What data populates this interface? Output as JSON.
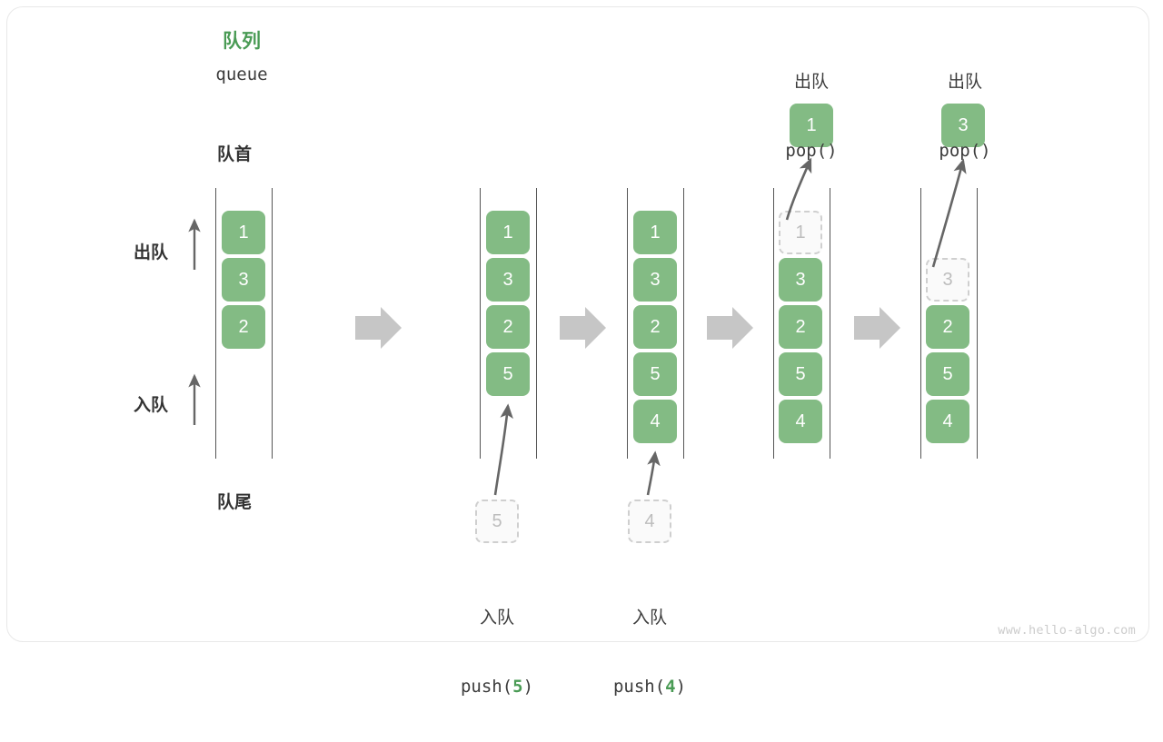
{
  "diagram": {
    "title_cjk": "队列",
    "title_en": "queue",
    "head_label": "队首",
    "tail_label": "队尾",
    "dequeue_label": "出队",
    "enqueue_label": "入队",
    "watermark": "www.hello-algo.com",
    "accent_green": "#83bb84",
    "title_green": "#4a9b55",
    "ghost_gray": "#bdbdbd",
    "rail_gray": "#555555",
    "flow_arrow_gray": "#c6c6c6"
  },
  "steps": [
    {
      "id": "step-initial",
      "cells": [
        {
          "value": "1",
          "state": "solid"
        },
        {
          "value": "3",
          "state": "solid"
        },
        {
          "value": "2",
          "state": "solid"
        }
      ],
      "incoming": null,
      "outgoing": null,
      "caption_cjk": "",
      "caption_code": ""
    },
    {
      "id": "step-push-5",
      "cells": [
        {
          "value": "1",
          "state": "solid"
        },
        {
          "value": "3",
          "state": "solid"
        },
        {
          "value": "2",
          "state": "solid"
        },
        {
          "value": "5",
          "state": "solid"
        }
      ],
      "incoming": {
        "value": "5",
        "state": "ghost"
      },
      "outgoing": null,
      "caption_cjk": "入队",
      "caption_code_pre": "push(",
      "caption_code_num": "5",
      "caption_code_post": ")"
    },
    {
      "id": "step-push-4",
      "cells": [
        {
          "value": "1",
          "state": "solid"
        },
        {
          "value": "3",
          "state": "solid"
        },
        {
          "value": "2",
          "state": "solid"
        },
        {
          "value": "5",
          "state": "solid"
        },
        {
          "value": "4",
          "state": "solid"
        }
      ],
      "incoming": {
        "value": "4",
        "state": "ghost"
      },
      "outgoing": null,
      "caption_cjk": "入队",
      "caption_code_pre": "push(",
      "caption_code_num": "4",
      "caption_code_post": ")"
    },
    {
      "id": "step-pop-1",
      "cells": [
        {
          "value": "1",
          "state": "ghost"
        },
        {
          "value": "3",
          "state": "solid"
        },
        {
          "value": "2",
          "state": "solid"
        },
        {
          "value": "5",
          "state": "solid"
        },
        {
          "value": "4",
          "state": "solid"
        }
      ],
      "incoming": null,
      "outgoing": {
        "value": "1",
        "state": "popped"
      },
      "caption_cjk": "出队",
      "caption_code_pre": "pop(",
      "caption_code_num": "",
      "caption_code_post": ")"
    },
    {
      "id": "step-pop-3",
      "cells": [
        {
          "value": "3",
          "state": "ghost"
        },
        {
          "value": "2",
          "state": "solid"
        },
        {
          "value": "5",
          "state": "solid"
        },
        {
          "value": "4",
          "state": "solid"
        }
      ],
      "incoming": null,
      "outgoing": {
        "value": "3",
        "state": "popped"
      },
      "caption_cjk": "出队",
      "caption_code_pre": "pop(",
      "caption_code_num": "",
      "caption_code_post": ")"
    }
  ]
}
